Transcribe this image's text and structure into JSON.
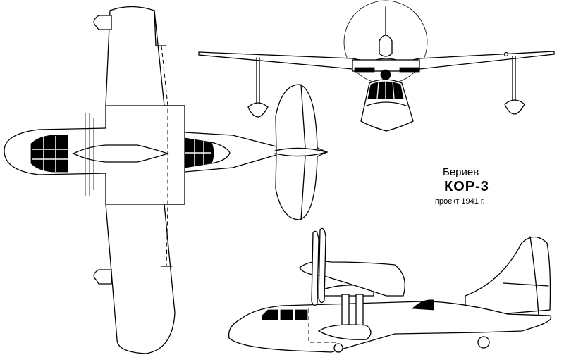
{
  "caption": {
    "maker": "Бериев",
    "model": "КОР-3",
    "project": "проект 1941 г."
  },
  "colors": {
    "ink": "#000000",
    "paper": "#ffffff"
  }
}
